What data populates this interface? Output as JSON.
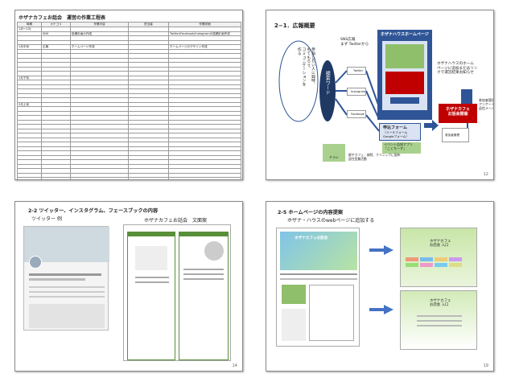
{
  "slide1": {
    "title": "ホザナカフェお話会　運営の作業工程表",
    "headers": [
      "時期",
      "カテゴリ",
      "作業内容",
      "担当者",
      "作業詳細"
    ],
    "rows": [
      [
        "1月〜1月",
        "",
        "",
        "",
        ""
      ],
      [
        "",
        "SNS",
        "投稿計画の作成",
        "",
        "Twitter/Facebook/Instagramの投稿計画作成"
      ],
      [
        "",
        "",
        "",
        "",
        ""
      ],
      [
        "",
        "",
        "",
        "",
        ""
      ],
      [
        "1月中旬",
        "広報",
        "ホームページ作成",
        "",
        "ホームページのデザイン作成"
      ],
      [
        "",
        "",
        "",
        "",
        ""
      ],
      [
        "",
        "",
        "",
        "",
        ""
      ],
      [
        "",
        "",
        "",
        "",
        ""
      ],
      [
        "",
        "",
        "",
        "",
        ""
      ],
      [
        "",
        "",
        "",
        "",
        ""
      ],
      [
        "",
        "",
        "",
        "",
        ""
      ],
      [
        "1月下旬",
        "",
        "",
        "",
        ""
      ],
      [
        "",
        "",
        "",
        "",
        ""
      ],
      [
        "",
        "",
        "",
        "",
        ""
      ],
      [
        "",
        "",
        "",
        "",
        ""
      ],
      [
        "",
        "",
        "",
        "",
        ""
      ],
      [
        "",
        "",
        "",
        "",
        ""
      ],
      [
        "2月上旬",
        "",
        "",
        "",
        ""
      ],
      [
        "",
        "",
        "",
        "",
        ""
      ],
      [
        "",
        "",
        "",
        "",
        ""
      ],
      [
        "",
        "",
        "",
        "",
        ""
      ],
      [
        "",
        "",
        "",
        "",
        ""
      ],
      [
        "",
        "",
        "",
        "",
        ""
      ],
      [
        "",
        "",
        "",
        "",
        ""
      ],
      [
        "",
        "",
        "",
        "",
        ""
      ],
      [
        "",
        "",
        "",
        "",
        ""
      ],
      [
        "",
        "",
        "",
        "",
        ""
      ],
      [
        "",
        "",
        "",
        "",
        ""
      ],
      [
        "",
        "",
        "",
        "",
        ""
      ],
      [
        "",
        "",
        "",
        "",
        ""
      ],
      [
        "",
        "",
        "",
        "",
        ""
      ],
      [
        "",
        "",
        "",
        "",
        ""
      ],
      [
        "",
        "",
        "",
        "",
        ""
      ],
      [
        "",
        "",
        "",
        "",
        ""
      ],
      [
        "",
        "",
        "",
        "",
        ""
      ],
      [
        "",
        "",
        "",
        "",
        ""
      ]
    ]
  },
  "slide2": {
    "title": "2−1．広報概要",
    "page": "12",
    "hp_title": "ホザナハウスホームページ",
    "sns_label": "SNS広報\nまず Twitterから",
    "left_oval": "参加したい人に興味、\nもてもらう、\nコミュニケーションを\n作る",
    "keyword": "検索ワード",
    "twitter": "Twitter",
    "instagram": "Instagram",
    "facebook": "Facebook",
    "right_note": "ホザナハウスのホーム\nページに追加またはリン\nクで運営結果お知らせ",
    "event_box": "ホザナカフェ\nお話会開催",
    "signup_title": "申込フォーム",
    "signup_sub": "（メールフォーム\nGoogleフォーム）",
    "event_app": "イベント告知アプリ\n「こくちーず」",
    "flyer": "チラシ",
    "flyer_note": "駅やカフェ、病院、クリニックに配布\n居住室兼活動",
    "reply": "自動返信",
    "participants": "参加者管理",
    "mail": "確認メール"
  },
  "slide3": {
    "title": "2-2 ツイッター、インスタグラム、フェースブックの内容",
    "subtitle": "ツイッター 例",
    "right_title": "ホザナカフェお話会　文面案",
    "page": "14"
  },
  "slide4": {
    "title": "2-5 ホームページの内容提案",
    "subtitle": "ホザナ・ハウスのwebページに追加する",
    "banner_text": "ホザナカフェお話会",
    "card1_title": "ホザナカフェ\nお話会 入口",
    "card2_title": "ホザナカフェ\nお話会 入口",
    "page": "19"
  },
  "colors": {
    "blue": "#2f5597",
    "navy": "#1f3864",
    "red": "#c00000",
    "green": "#a9d18e",
    "light": "#dae3f3"
  }
}
